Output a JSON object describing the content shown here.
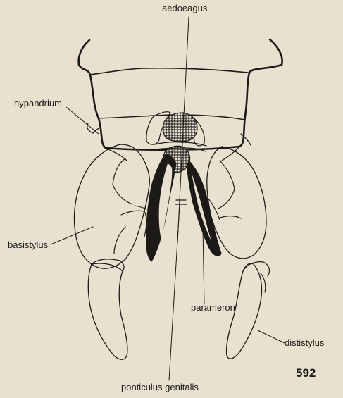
{
  "labels": {
    "aedoeagus": "aedoeagus",
    "hypandrium": "hypandrium",
    "basistylus": "basistylus",
    "parameron": "parameron",
    "dististylus": "dististylus",
    "ponticulus_genitalis": "ponticulus genitalis"
  },
  "figure_number": "592",
  "colors": {
    "paper": "#e8e1cf",
    "ink": "#1c1a17",
    "stipple": "#6a6660"
  }
}
